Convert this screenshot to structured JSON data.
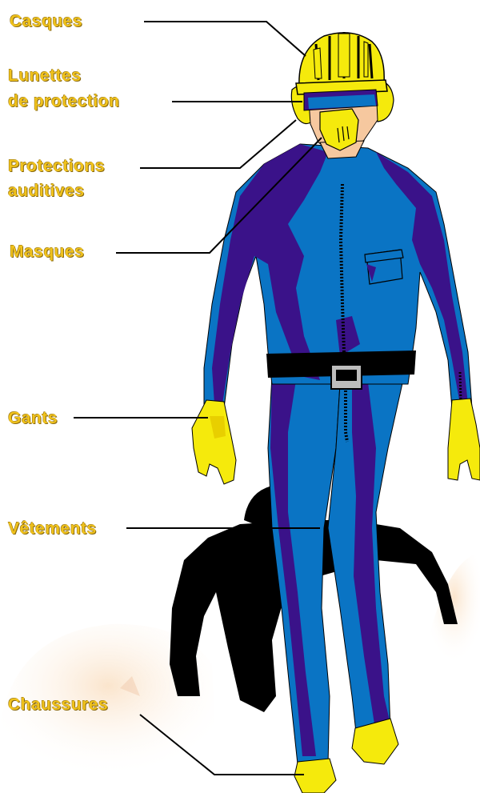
{
  "labels": {
    "casques": "Casques",
    "lunettes_line1": "Lunettes",
    "lunettes_line2": "de protection",
    "protections_line1": "Protections",
    "protections_line2": "auditives",
    "masques": "Masques",
    "gants": "Gants",
    "vetements": "Vêtements",
    "chaussures": "Chaussures"
  },
  "colors": {
    "label_text": "#f0c21c",
    "suit_blue": "#0a74c4",
    "suit_purple": "#3a1289",
    "helmet_yellow": "#f5ea0c",
    "belt": "#000000",
    "shadow": "#000000",
    "background_helmet": "#f2b983"
  }
}
